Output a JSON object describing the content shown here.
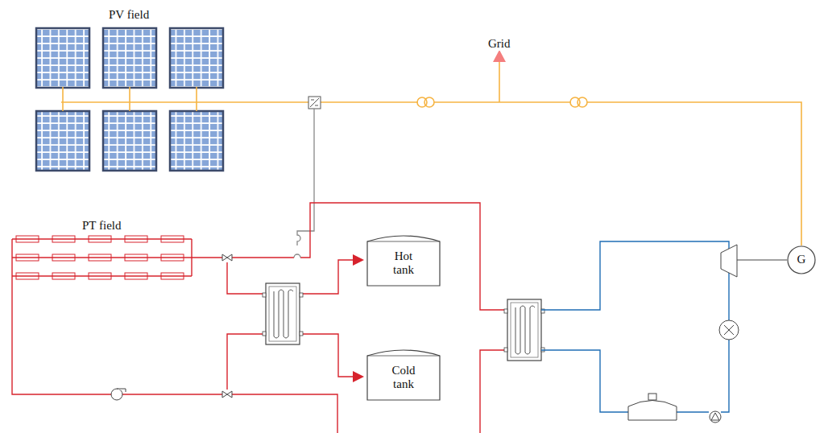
{
  "diagram": {
    "nodes": [
      {
        "text": [
          "Hot tank"
        ]
      },
      {
        "text": [
          "Cold tank"
        ]
      },
      {
        "text": [
          "G"
        ]
      }
    ],
    "labels": [
      "PV field",
      "Grid",
      "PT field"
    ]
  }
}
